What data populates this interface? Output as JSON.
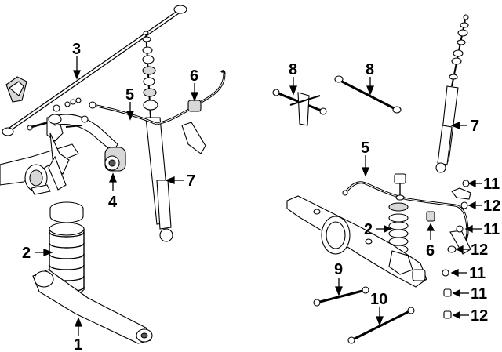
{
  "callouts": [
    {
      "id": "c3",
      "text": "3"
    },
    {
      "id": "c5a",
      "text": "5"
    },
    {
      "id": "c6a",
      "text": "6"
    },
    {
      "id": "c7a",
      "text": "7"
    },
    {
      "id": "c4",
      "text": "4"
    },
    {
      "id": "c2a",
      "text": "2"
    },
    {
      "id": "c1",
      "text": "1"
    },
    {
      "id": "c8a",
      "text": "8"
    },
    {
      "id": "c8b",
      "text": "8"
    },
    {
      "id": "c7b",
      "text": "7"
    },
    {
      "id": "c5b",
      "text": "5"
    },
    {
      "id": "c11a",
      "text": "11"
    },
    {
      "id": "c12a",
      "text": "12"
    },
    {
      "id": "c2b",
      "text": "2"
    },
    {
      "id": "c6b",
      "text": "6"
    },
    {
      "id": "c11b",
      "text": "11"
    },
    {
      "id": "c12b",
      "text": "12"
    },
    {
      "id": "c9",
      "text": "9"
    },
    {
      "id": "c11c",
      "text": "11"
    },
    {
      "id": "c10",
      "text": "10"
    },
    {
      "id": "c11d",
      "text": "11"
    },
    {
      "id": "c12c",
      "text": "12"
    }
  ]
}
